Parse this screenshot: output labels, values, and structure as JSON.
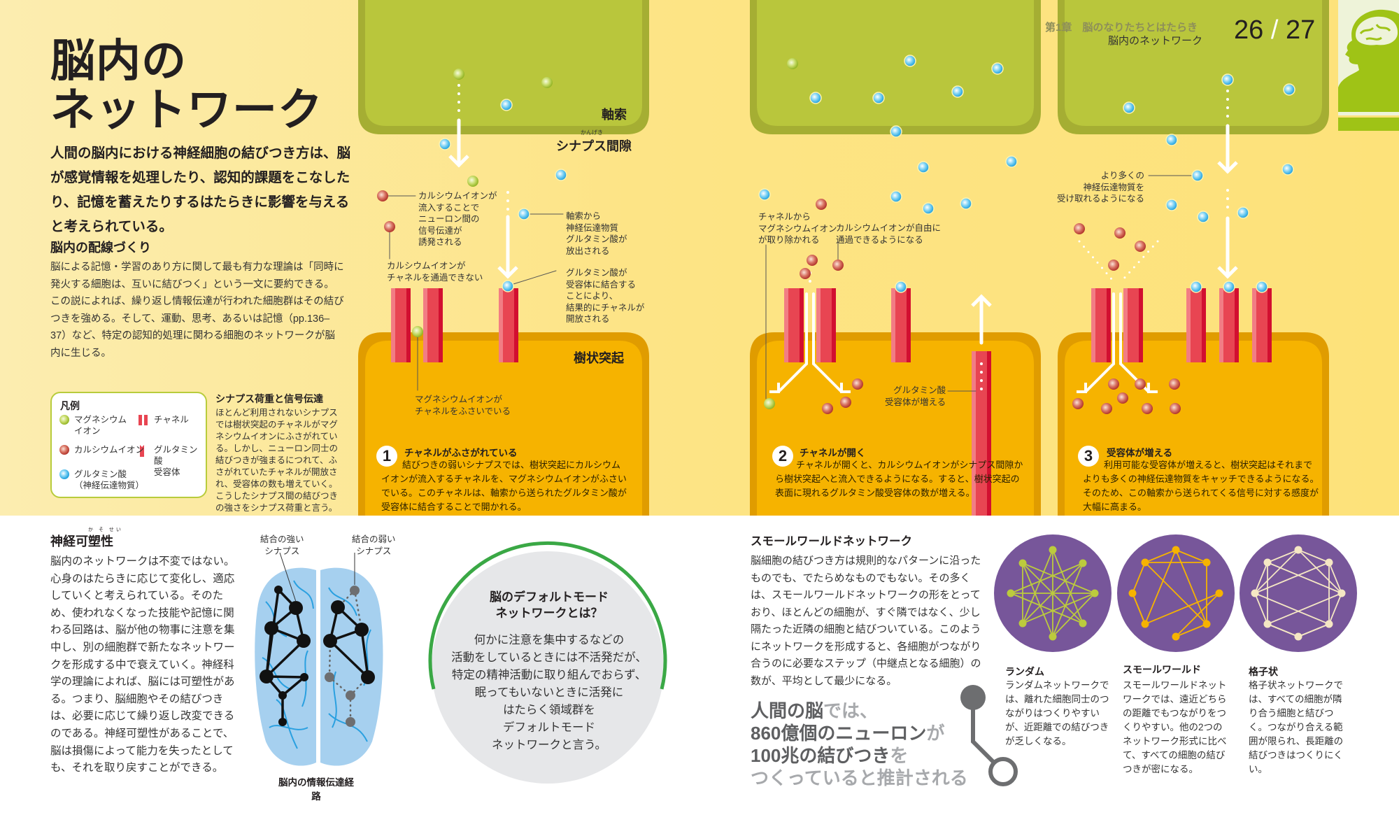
{
  "header": {
    "chapter": "第1章　脳のなりたちとはたらき",
    "section": "脳内のネットワーク",
    "page_left": "26",
    "page_sep": "/",
    "page_right": "27"
  },
  "title": "脳内の\nネットワーク",
  "lead": "人間の脳内における神経細胞の結びつき方は、脳が感覚情報を処理したり、認知的課題をこなしたり、記憶を蓄えたりするはたらきに影響を与えると考えられている。",
  "wiring": {
    "heading": "脳内の配線づくり",
    "body": "脳による記憶・学習のあり方に関して最も有力な理論は「同時に発火する細胞は、互いに結びつく」という一文に要約できる。この説によれば、繰り返し情報伝達が行われた細胞群はその結びつきを強める。そして、運動、思考、あるいは記憶（pp.136–37）など、特定の認知的処理に関わる細胞のネットワークが脳内に生じる。"
  },
  "legend": {
    "title": "凡例",
    "items": [
      {
        "icon": "magnesium-ion",
        "label": "マグネシウム\nイオン"
      },
      {
        "icon": "channel",
        "label": "チャネル"
      },
      {
        "icon": "calcium-ion",
        "label": "カルシウムイオン"
      },
      {
        "icon": "glutamate-receptor",
        "label": "グルタミン酸\n受容体"
      },
      {
        "icon": "glutamate",
        "label": "グルタミン酸\n（神経伝達物質）"
      }
    ]
  },
  "synaptic_weight": {
    "heading": "シナプス荷重と信号伝達",
    "body": "ほとんど利用されないシナプスでは樹状突起のチャネルがマグネシウムイオンにふさがれている。しかし、ニューロン同士の結びつきが強まるにつれて、ふさがれていたチャネルが開放され、受容体の数も増えていく。こうしたシナプス間の結びつきの強さをシナプス荷重と言う。"
  },
  "diagram": {
    "axon": "軸索",
    "cleft": "シナプス間隙",
    "cleft_ruby": "かんげき",
    "dendrite": "樹状突起",
    "p1": {
      "ca_flow": "カルシウムイオンが\n流入することで\nニューロン間の\n信号伝達が\n誘発される",
      "ca_blocked": "カルシウムイオンが\nチャネルを通過できない",
      "glu_release": "軸索から\n神経伝達物質\nグルタミン酸が\n放出される",
      "glu_bind": "グルタミン酸が\n受容体に結合する\nことにより、\n結果的にチャネルが\n開放される",
      "mg_block": "マグネシウムイオンが\nチャネルをふさいでいる"
    },
    "p2": {
      "mg_removed": "チャネルから\nマグネシウムイオン\nが取り除かれる",
      "ca_free": "カルシウムイオンが自由に\n通過できるようになる",
      "receptor_up": "グルタミン酸\n受容体が増える"
    },
    "p3": {
      "more": "より多くの\n神経伝達物質を\n受け取れるようになる"
    }
  },
  "steps": [
    {
      "num": "1",
      "title": "チャネルがふさがれている",
      "body": "結びつきの弱いシナプスでは、樹状突起にカルシウムイオンが流入するチャネルを、マグネシウムイオンがふさいでいる。このチャネルは、軸索から送られたグルタミン酸が受容体に結合することで開かれる。"
    },
    {
      "num": "2",
      "title": "チャネルが開く",
      "body": "チャネルが開くと、カルシウムイオンがシナプス間隙から樹状突起へと流入できるようになる。すると、樹状突起の表面に現れるグルタミン酸受容体の数が増える。"
    },
    {
      "num": "3",
      "title": "受容体が増える",
      "body": "利用可能な受容体が増えると、樹状突起はそれまでよりも多くの神経伝達物質をキャッチできるようになる。そのため、この軸索から送られてくる信号に対する感度が大幅に高まる。"
    }
  ],
  "plasticity": {
    "heading": "神経可塑性",
    "ruby": "か そ せい",
    "body": "脳内のネットワークは不変ではない。心身のはたらきに応じて変化し、適応していくと考えられている。そのため、使われなくなった技能や記憶に関わる回路は、脳が他の物事に注意を集中し、別の細胞群で新たなネットワークを形成する中で衰えていく。神経科学の理論によれば、脳には可塑性がある。つまり、脳細胞やその結びつきは、必要に応じて繰り返し改変できるのである。神経可塑性があることで、脳は損傷によって能力を失ったとしても、それを取り戻すことができる。"
  },
  "brain_fig": {
    "strong": "結合の強い\nシナプス",
    "weak": "結合の弱い\nシナプス",
    "caption": "脳内の情報伝達経路"
  },
  "dmn": {
    "title": "脳のデフォルトモード\nネットワークとは？",
    "body": "何かに注意を集中するなどの\n活動をしているときには不活発だが、\n特定の精神活動に取り組んでおらず、\n眠ってもいないときに活発に\nはたらく領域群を\nデフォルトモード\nネットワークと言う。"
  },
  "smallworld": {
    "heading": "スモールワールドネットワーク",
    "body": "脳細胞の結びつき方は規則的なパターンに沿ったものでも、でたらめなものでもない。その多くは、スモールワールドネットワークの形をとっており、ほとんどの細胞が、すぐ隣ではなく、少し隔たった近隣の細胞と結びついている。このようにネットワークを形成すると、各細胞がつながり合うのに必要なステップ（中継点となる細胞）の数が、平均として最少になる。"
  },
  "stat": {
    "a": "人間の脳",
    "b": "では、",
    "c": "860億個のニューロン",
    "d": "が",
    "e": "100兆の結びつき",
    "f": "を",
    "g": "つくっていると推計される"
  },
  "networks": [
    {
      "name": "ランダム",
      "body": "ランダムネットワークでは、離れた細胞同士のつながりはつくりやすいが、近距離での結びつきが乏しくなる。"
    },
    {
      "name": "スモールワールド",
      "body": "スモールワールドネットワークでは、遠近どちらの距離でもつながりをつくりやすい。他の2つのネットワーク形式に比べて、すべての細胞の結びつきが密になる。"
    },
    {
      "name": "格子状",
      "body": "格子状ネットワークでは、すべての細胞が隣り合う細胞と結びつく。つながり合える範囲が限られ、長距離の結びつきはつくりにくい。"
    }
  ],
  "colors": {
    "axon": "#b9c63c",
    "dendrite": "#f6b300",
    "channel": "#e84552",
    "purple": "#77569a",
    "green_ring": "#3aa845",
    "blue": "#1fa3e0"
  }
}
